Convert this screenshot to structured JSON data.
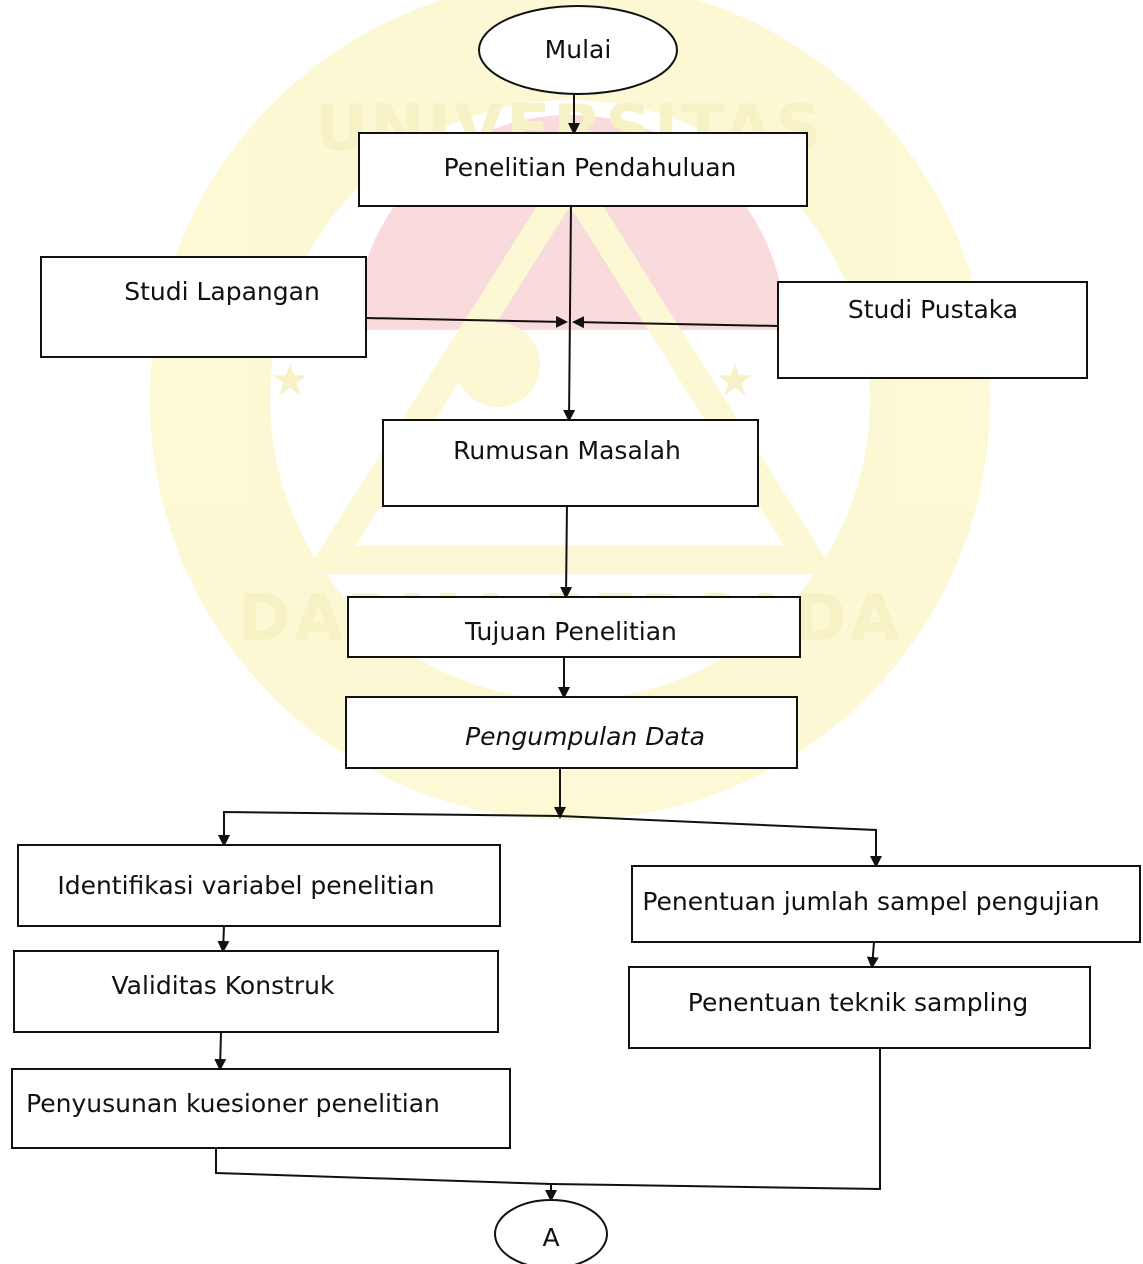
{
  "watermark": {
    "top_text": "UNIVERSITAS",
    "bottom_text": "DARMA PERSADA",
    "color_gold": "#f2e23a",
    "color_red": "#e85a6a"
  },
  "nodes": {
    "mulai": "Mulai",
    "penelitian_pendahuluan": "Penelitian Pendahuluan",
    "studi_lapangan": "Studi Lapangan",
    "studi_pustaka": "Studi Pustaka",
    "rumusan_masalah": "Rumusan Masalah",
    "tujuan_penelitian": "Tujuan Penelitian",
    "pengumpulan_data": "Pengumpulan Data",
    "identifikasi_variabel": "Identifikasi variabel penelitian",
    "validitas_konstruk": "Validitas Konstruk",
    "penyusunan_kuesioner": "Penyusunan kuesioner penelitian",
    "penentuan_jumlah_sampel": "Penentuan jumlah sampel pengujian",
    "penentuan_teknik_sampling": "Penentuan teknik sampling",
    "connector_a": "A"
  }
}
